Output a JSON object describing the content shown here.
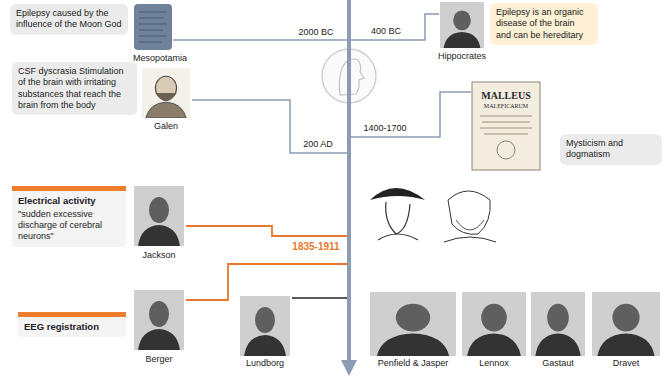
{
  "diagram": {
    "nodes": [
      {
        "text": [
          "Epilepsy caused by the influence of the Moon God"
        ]
      },
      {
        "text": [
          "Epilepsy is an organic disease of the brain and can be hereditary"
        ]
      },
      {
        "text": [
          "CSF dyscrasia Stimulation of the brain with irritating substances that reach the brain from the body"
        ]
      },
      {
        "text": [
          "Mysticism and dogmatism"
        ]
      },
      {
        "text": [
          "Electrical activity",
          "\"sudden excessive discharge of cerebral neurons\""
        ]
      },
      {
        "text": [
          "EEG registration"
        ]
      }
    ],
    "labels": [
      "Mesopotamia",
      "2000 BC",
      "400 BC",
      "Hippocrates",
      "Galen",
      "200 AD",
      "1400-1700",
      "MALLEUS",
      "MALEFICARUM",
      "Jackson",
      "1835-1911",
      "Berger",
      "Lundborg",
      "Penfield & Jasper",
      "Lennox",
      "Gastaut",
      "Dravet"
    ]
  }
}
